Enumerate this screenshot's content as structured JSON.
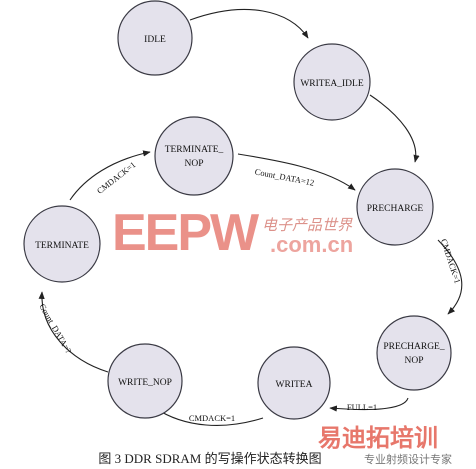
{
  "states": {
    "idle": "IDLE",
    "writea_idle": "WRITEA_IDLE",
    "terminate_nop_line1": "TERMINATE_",
    "terminate_nop_line2": "NOP",
    "precharge": "PRECHARGE",
    "terminate": "TERMINATE",
    "precharge_nop_line1": "PRECHARGE_",
    "precharge_nop_line2": "NOP",
    "write_nop": "WRITE_NOP",
    "writea": "WRITEA"
  },
  "transitions": {
    "terminate_to_terminate_nop": "CMDACK=1",
    "terminate_nop_to_precharge": "Count_DATA=12",
    "precharge_to_precharge_nop": "CMDACK=1",
    "precharge_nop_to_writea": "FULL=1",
    "writea_to_write_nop": "CMDACK=1",
    "write_nop_to_terminate": "Count_DATA=?"
  },
  "watermark": {
    "logo": "EEPW",
    "chinese": "电子产品世界",
    "url": ".com.cn",
    "bottom_right": "易迪拓培训"
  },
  "caption": "图 3 DDR SDRAM 的写操作状态转换图",
  "caption_overlay": "专业射频设计专家",
  "colors": {
    "state_fill": "#e4e2ec",
    "watermark_red": "#d9382a"
  }
}
